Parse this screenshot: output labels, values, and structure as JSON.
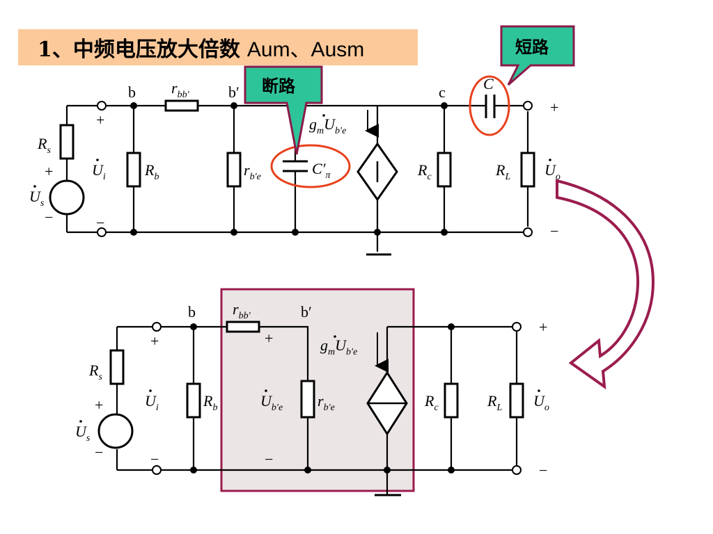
{
  "title": {
    "prefix": "1、中频电压放大倍数",
    "suffix": "Aum、Ausm"
  },
  "callouts": {
    "open_circuit": "断路",
    "short_circuit": "短路"
  },
  "colors": {
    "title_bg": "#fcc99a",
    "callout_fill": "#2ec49a",
    "callout_border": "#8b1a4a",
    "highlight_circle": "#e8401c",
    "arrow": "#9b1c4e",
    "box_fill": "#ebe5e5",
    "box_border": "#9b1c4e"
  },
  "top": {
    "nodes": {
      "b": "b",
      "bp": "b′",
      "c": "c"
    },
    "labels": {
      "Rs": "R",
      "Rs_sub": "s",
      "Rb": "R",
      "Rb_sub": "b",
      "rbb": "r",
      "rbb_sub": "bb′",
      "rbe": "r",
      "rbe_sub": "b′e",
      "Cpi": "C′",
      "Cpi_sub": "π",
      "gm": "g",
      "gm_sub": "m",
      "U": "U",
      "Ube_sub": "b′e",
      "Rc": "R",
      "Rc_sub": "c",
      "RL": "R",
      "RL_sub": "L",
      "Ui_sub": "i",
      "Uo_sub": "o",
      "Us_sub": "s",
      "C": "C",
      "plus": "+",
      "minus": "−"
    }
  },
  "bottom": {
    "nodes": {
      "b": "b",
      "bp": "b′"
    }
  }
}
